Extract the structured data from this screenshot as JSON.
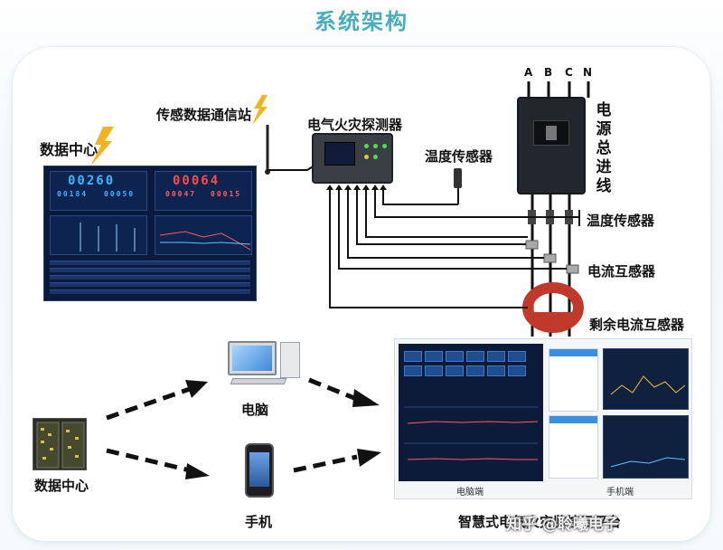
{
  "title": "系统架构",
  "labels": {
    "comm_station": "传感数据通信站",
    "data_center_top": "数据中心",
    "fire_detector": "电气火灾探测器",
    "temp_sensor_top": "温度传感器",
    "power_main": "电源总进线",
    "temp_sensor_right": "温度传感器",
    "current_transformer": "电流互感器",
    "residual_ct": "剩余电流互感器",
    "computer": "电脑",
    "phone": "手机",
    "data_center_bottom": "数据中心",
    "pc_caption": "电脑端",
    "mobile_caption": "手机端",
    "platform_caption": "智慧式电气火灾监控云平台"
  },
  "phases": [
    "A",
    "B",
    "C",
    "N"
  ],
  "dashboard": {
    "counter1": "00260",
    "counter2": "00064",
    "small1": "00184",
    "small2": "00050",
    "small3": "00047",
    "small4": "00015"
  },
  "watermark": "知乎 @聆曦电子",
  "colors": {
    "title": "#47aebd",
    "wire": "#111111",
    "dashboard_bg": "#0a1a3c",
    "residual_ct": "#c0392b",
    "lightning": "#f2b321"
  },
  "icons": [
    "lightning-icon",
    "antenna-icon",
    "dashed-arrow-icon",
    "breaker-icon",
    "computer-icon",
    "phone-icon",
    "server-rack-icon"
  ]
}
